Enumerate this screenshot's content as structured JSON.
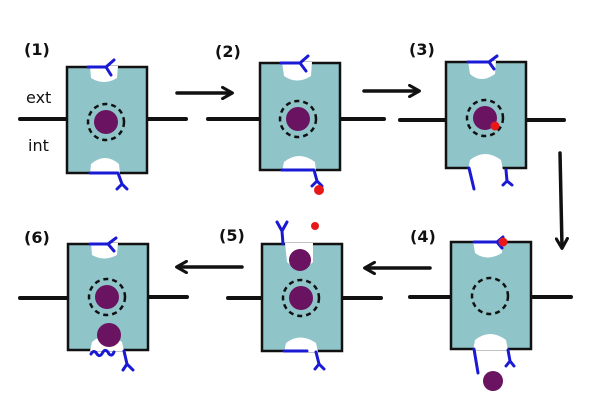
{
  "diagram": {
    "side_labels": {
      "exterior": "ext",
      "interior": "int"
    },
    "colors": {
      "cell_fill": "#8fc4c9",
      "outline": "#111111",
      "receptor": "#1a1ad4",
      "cargo": "#6a1360",
      "ligand": "#e81818",
      "pocket": "#ffffff"
    },
    "steps": [
      {
        "label": "(1)",
        "ligand_state": "none",
        "cargo_in_vesicle": true,
        "cargo_released": "none"
      },
      {
        "label": "(2)",
        "ligand_state": "bound-bottom-receptor",
        "cargo_in_vesicle": true,
        "cargo_released": "none"
      },
      {
        "label": "(3)",
        "ligand_state": "on-vesicle-cargo",
        "cargo_in_vesicle": true,
        "cargo_released": "none"
      },
      {
        "label": "(4)",
        "ligand_state": "bound-top-receptor",
        "cargo_in_vesicle": false,
        "cargo_released": "bottom-exterior"
      },
      {
        "label": "(5)",
        "ligand_state": "free-above",
        "cargo_in_vesicle": true,
        "cargo_released": "top-pocket"
      },
      {
        "label": "(6)",
        "ligand_state": "none",
        "cargo_in_vesicle": true,
        "cargo_released": "bottom-pocket"
      }
    ],
    "arrows": [
      {
        "from": "(1)",
        "to": "(2)",
        "direction": "right"
      },
      {
        "from": "(2)",
        "to": "(3)",
        "direction": "right"
      },
      {
        "from": "(3)",
        "to": "(4)",
        "direction": "down"
      },
      {
        "from": "(4)",
        "to": "(5)",
        "direction": "left"
      },
      {
        "from": "(5)",
        "to": "(6)",
        "direction": "left"
      }
    ]
  }
}
